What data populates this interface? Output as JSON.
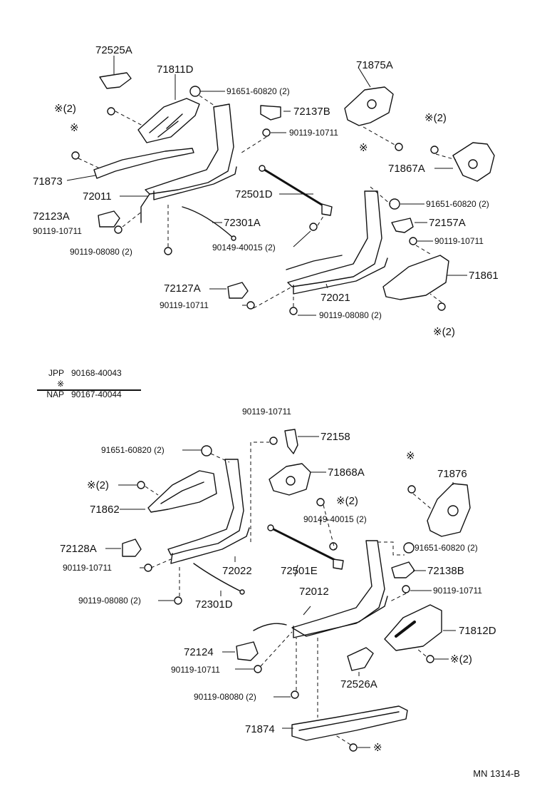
{
  "labels": {
    "t1": "72525A",
    "t2": "71811D",
    "t3": "91651-60820 (2)",
    "t4": "72137B",
    "t5": "71875A",
    "t6": "※(2)",
    "t7": "※",
    "t8": "90119-10711",
    "t9": "※(2)",
    "t10": "※",
    "t11": "71867A",
    "t12": "71873",
    "t13": "72011",
    "t14": "72501D",
    "t15": "91651-60820 (2)",
    "t16": "72123A",
    "t17": "90119-10711",
    "t18": "72301A",
    "t19": "72157A",
    "t20": "90149-40015 (2)",
    "t21": "90119-10711",
    "t22": "90119-08080 (2)",
    "t23": "71861",
    "t24": "72127A",
    "t25": "72021",
    "t26": "90119-10711",
    "t27": "90119-08080 (2)",
    "t28": "※(2)",
    "b1": "90119-10711",
    "b2": "72158",
    "b3": "91651-60820 (2)",
    "b4": "※",
    "b5": "71868A",
    "b6": "71876",
    "b7": "※(2)",
    "b8": "※(2)",
    "b9": "71862",
    "b10": "90149-40015 (2)",
    "b11": "72128A",
    "b12": "91651-60820 (2)",
    "b13": "90119-10711",
    "b14": "72022",
    "b15": "72501E",
    "b16": "72138B",
    "b17": "72012",
    "b18": "90119-10711",
    "b19": "90119-08080 (2)",
    "b20": "72301D",
    "b21": "71812D",
    "b22": "72124",
    "b23": "※(2)",
    "b24": "90119-10711",
    "b25": "72526A",
    "b26": "90119-08080 (2)",
    "b27": "71874",
    "b28": "※"
  },
  "legend": {
    "row1_tag": "JPP",
    "row1_code": "90168-40043",
    "row2_tag": "※ NAP",
    "row2_code": "90167-40044"
  },
  "footer": "MN 1314-B"
}
